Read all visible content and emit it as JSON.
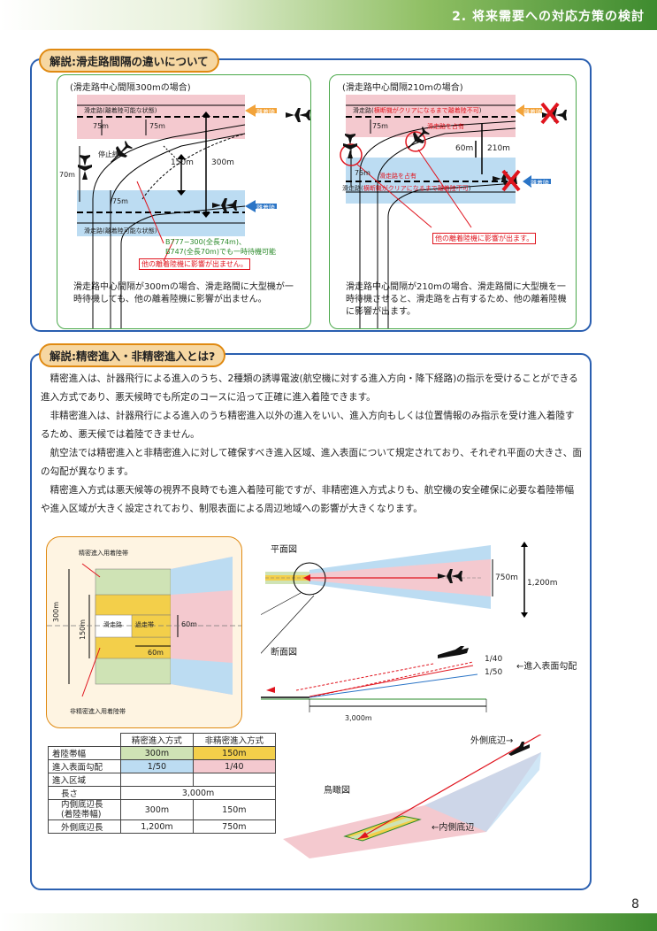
{
  "header": {
    "title": "2. 将来需要への対応方策の検討"
  },
  "page_number": "8",
  "section1": {
    "tag": "解説:滑走路間隔の違いについて",
    "left": {
      "caption": "(滑走路中心間隔300mの場合)",
      "runway_top": "滑走路(離着陸可能な状態)",
      "runway_bottom": "滑走路(離着陸可能な状態)",
      "arrow_top": "離着陸",
      "arrow_bottom": "離着陸",
      "d75a": "75m",
      "d75b": "75m",
      "d75c": "75m",
      "d70": "70m",
      "d150": "150m",
      "d300": "300m",
      "stopline": "停止線",
      "note_green": "B777−300(全長74m)、\nB747(全長70m)でも一時待機可能",
      "note_red": "他の離着陸機に影響が出ません。",
      "desc": "滑走路中心間隔が300mの場合、滑走路間に大型機が一時待機しても、他の離着陸機に影響が出ません。"
    },
    "right": {
      "caption": "(滑走路中心間隔210mの場合)",
      "runway_top_prefix": "滑走路(",
      "runway_top_red": "横断機がクリアになるまで離着陸不可",
      "runway_top_suffix": ")",
      "runway_bottom_prefix": "滑走路(",
      "runway_bottom_red": "横断機がクリアになるまで離着陸不可",
      "runway_bottom_suffix": ")",
      "arrow_top": "離着陸",
      "arrow_bottom": "離着陸",
      "d75a": "75m",
      "d75b": "75m",
      "d60": "60m",
      "d210": "210m",
      "occupied1": "滑走路を占有",
      "occupied2": "滑走路を占有",
      "note_red": "他の離着陸機に影響が出ます。",
      "desc": "滑走路中心間隔が210mの場合、滑走路間に大型機を一時待機させると、滑走路を占有するため、他の離着陸機に影響が出ます。"
    }
  },
  "section2": {
    "tag": "解説:精密進入・非精密進入とは?",
    "paragraphs": [
      "精密進入は、計器飛行による進入のうち、2種類の誘導電波(航空機に対する進入方向・降下経路)の指示を受けることができる進入方式であり、悪天候時でも所定のコースに沿って正確に進入着陸できます。",
      "非精密進入は、計器飛行による進入のうち精密進入以外の進入をいい、進入方向もしくは位置情報のみ指示を受け進入着陸するため、悪天候では着陸できません。",
      "航空法では精密進入と非精密進入に対して確保すべき進入区域、進入表面について規定されており、それぞれ平面の大きさ、面の勾配が異なります。",
      "精密進入方式は悪天候等の視界不良時でも進入着陸可能ですが、非精密進入方式よりも、航空機の安全確保に必要な着陸帯幅や進入区域が大きく設定されており、制限表面による周辺地域への影響が大きくなります。"
    ],
    "detail": {
      "label_precision": "精密進入用着陸帯",
      "label_nonprecision": "非精密進入用着陸帯",
      "runway": "滑走路",
      "overrun": "過走帯",
      "d300": "300m",
      "d150": "150m",
      "d60a": "60m",
      "d60b": "60m"
    },
    "plan": {
      "title": "平面図",
      "d750": "750m",
      "d1200": "1,200m"
    },
    "section_view": {
      "title": "断面図",
      "slope1": "1/40",
      "slope2": "1/50",
      "slope_label": "←進入表面勾配",
      "d3000": "3,000m"
    },
    "birdseye": {
      "title": "鳥瞰図",
      "outer": "外側底辺→",
      "inner": "←内側底辺"
    },
    "table": {
      "headers": [
        "",
        "精密進入方式",
        "非精密進入方式"
      ],
      "rows": [
        {
          "label": "着陸帯幅",
          "precision": "300m",
          "non": "150m"
        },
        {
          "label": "進入表面勾配",
          "precision": "1/50",
          "non": "1/40"
        },
        {
          "label": "進入区域",
          "precision": "",
          "non": ""
        },
        {
          "label": "長さ",
          "span": "3,000m"
        },
        {
          "label": "内側底辺長\n(着陸帯幅)",
          "precision": "300m",
          "non": "150m"
        },
        {
          "label": "外側底辺長",
          "precision": "1,200m",
          "non": "750m"
        }
      ]
    }
  },
  "colors": {
    "pink": "#f4c9cf",
    "blue": "#bcdcf2",
    "green": "#cfe3b5",
    "yellow": "#f3cf4a",
    "red": "#e0141e",
    "orange": "#f2a33a",
    "navy": "#2a5fb0"
  }
}
